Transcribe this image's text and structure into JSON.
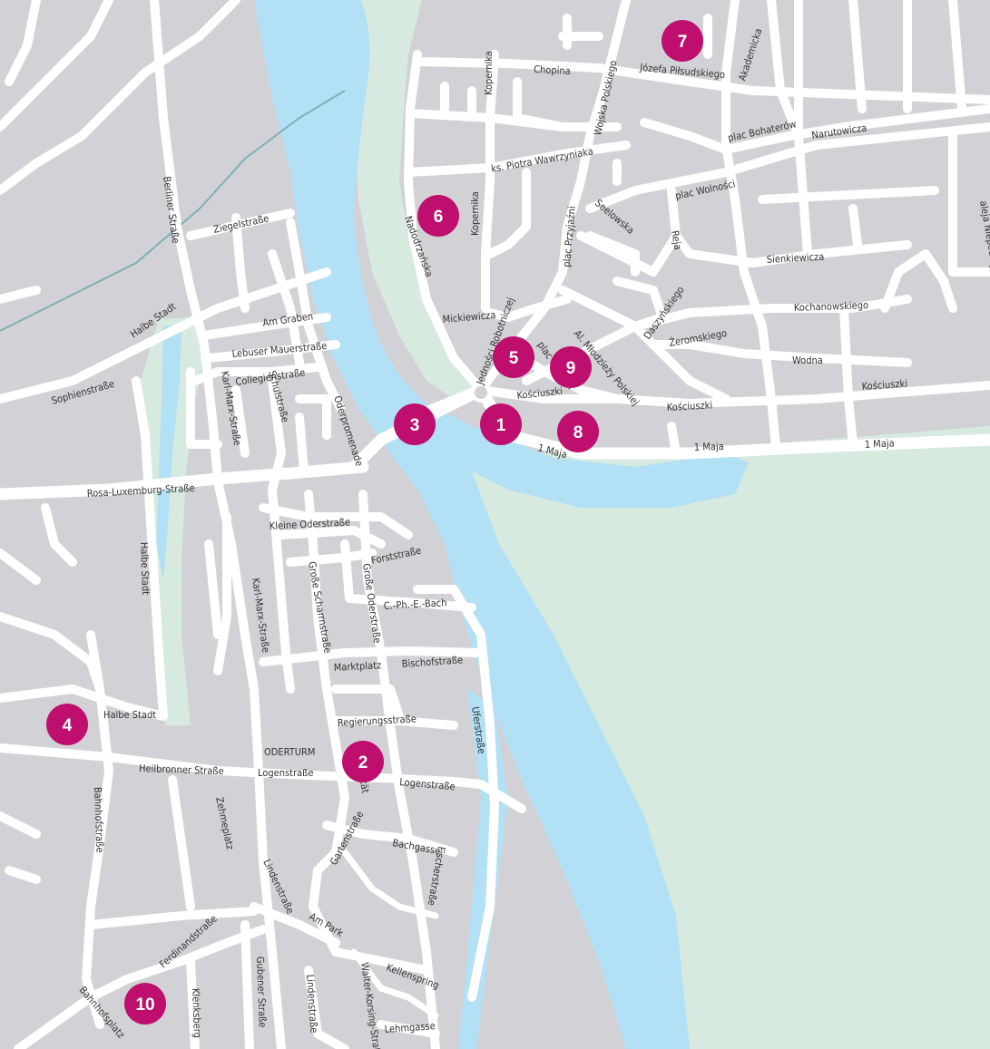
{
  "colors": {
    "land": "#d2d2d6",
    "water": "#b2e0f4",
    "green": "#d7eadf",
    "road": "#ffffff",
    "marker": "#be0f6e",
    "stream": "#7eb0b6"
  },
  "markers": [
    "1",
    "2",
    "3",
    "4",
    "5",
    "6",
    "7",
    "8",
    "9",
    "10"
  ],
  "labels": {
    "kopernika_n": "Kopernika",
    "chopina": "Chopina",
    "wojska_polskiego": "Wojska Polskiego",
    "jozefa_pilsudskiego": "Józefa Piłsudskiego",
    "akademicka": "Akademicka",
    "plac_bohaterow": "plac Bohaterów",
    "narutowicza": "Narutowicza",
    "piotra_wawrzyniaka": "ks. Piotra Wawrzyniaka",
    "plac_wolnosci": "plac Wolności",
    "aleja_niepodleglosci": "aleja Niepodległości",
    "nadodrzanska": "Nadodrzańska",
    "kopernika_s": "Kopernika",
    "plac_przyjazni": "plac Przyjaźni",
    "seelowska": "Seelowska",
    "reja": "Reja",
    "sienkiewicza": "Sienkiewicza",
    "daszynskiego": "Daszyńskiego",
    "mickiewicza": "Mickiewicza",
    "jednosci_robotniczej": "Jedności Robotniczej",
    "plac_lubuski": "plac Lubuski",
    "al_mlodziezy_polskiej": "Al. Młodzieży Polskiej",
    "kochanowskiego": "Kochanowskiego",
    "zeromskiego": "Żeromskiego",
    "wodna": "Wodna",
    "kosciuszki_1": "Kościuszki",
    "kosciuszki_2": "Kościuszki",
    "kosciuszki_3": "Kościuszki",
    "maja_1": "1 Maja",
    "maja_2": "1 Maja",
    "maja_3": "1 Maja",
    "berliner_strasse": "Berliner Straße",
    "ziegelstrasse": "Ziegelstraße",
    "halbe_stadt_nw": "Halbe Stadt",
    "am_graben": "Am Graben",
    "lebuser_mauerstrasse": "Lebuser Mauerstraße",
    "collegienstrasse": "Collegienstraße",
    "sophienstrasse": "Sophienstraße",
    "karl_marx_strasse_n": "Karl-Marx-Straße",
    "schulstrasse": "Schulstraße",
    "oderpromenade": "Oderpromenade",
    "rosa_luxemburg_strasse": "Rosa-Luxemburg-Straße",
    "kleine_oderstrasse": "Kleine Oderstraße",
    "forststrasse": "Forststraße",
    "halbe_stadt_w": "Halbe Stadt",
    "grosse_scharrnstrasse": "Große Scharrnstraße",
    "grosse_oderstrasse": "Große Oderstraße",
    "cph_e_bach": "C.-Ph.-E.-Bach",
    "karl_marx_strasse_s": "Karl-Marx-Straße",
    "marktplatz": "Marktplatz",
    "bischofstrasse": "Bischofstraße",
    "halbe_stadt_sw": "Halbe Stadt",
    "regierungsstrasse": "Regierungsstraße",
    "uferstrasse": "Uferstraße",
    "oderturm": "ODERTURM",
    "universitat": "Universität",
    "heilbronner_strasse": "Heilbronner Straße",
    "logenstrasse_1": "Logenstraße",
    "logenstrasse_2": "Logenstraße",
    "bahnhofstrasse": "Bahnhofstraße",
    "zehmeplatz": "Zehmeplatz",
    "gartenstrasse": "Gartenstraße",
    "bachgasse": "Bachgasse",
    "fischerstrasse": "Fischerstraße",
    "lindenstrasse_1": "Lindenstraße",
    "am_park": "Am Park",
    "ferdinandstrasse": "Ferdinandstraße",
    "kellenspring": "Kellenspring",
    "gubener_strasse": "Gubener Straße",
    "walter_korsing_strasse": "Walter-Korsing-Straße",
    "lindenstrasse_2": "Lindenstraße",
    "bahnhofsplatz": "Bahnhofsplatz",
    "klenksberg": "Klenksberg",
    "lehmgasse": "Lehmgasse"
  }
}
